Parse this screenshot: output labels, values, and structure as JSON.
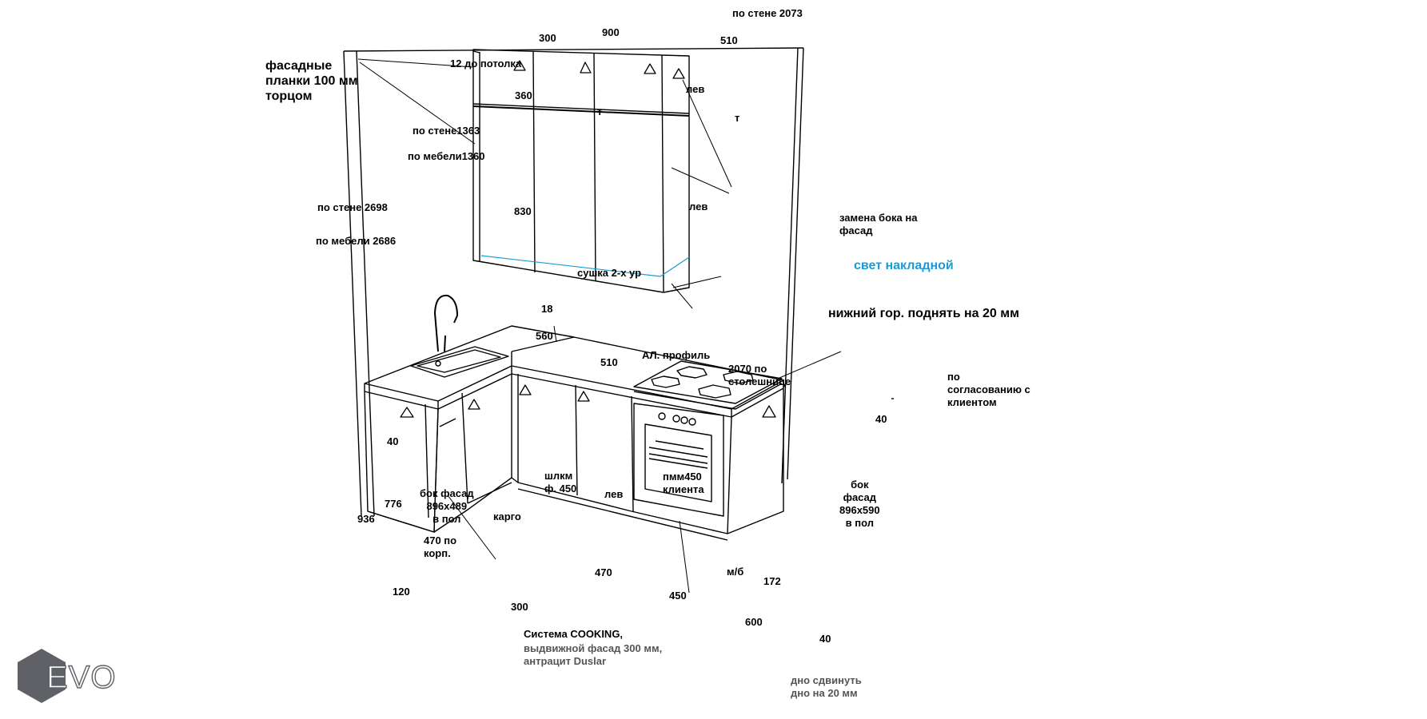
{
  "colors": {
    "line": "#000000",
    "light_line": "#1a9bd7",
    "annotation_grey": "#555555",
    "logo": "#5f6166"
  },
  "annotations": {
    "wall_top_2073": "по стене 2073",
    "dim_300": "300",
    "dim_900": "900",
    "dim_510_top": "510",
    "facade_strips": "фасадные\nпланки 100 мм\nторцом",
    "to_ceiling": "12 до потолка",
    "dim_360": "360",
    "lev_top": "лев",
    "t_left": "т",
    "t_right": "т",
    "wall_1363": "по стене1363",
    "furniture_1360": "по мебели1360",
    "dim_830": "830",
    "lev_mid": "лев",
    "replace_side": "замена бока на\nфасад",
    "wall_2698": "по стене 2698",
    "furniture_2686": "по мебели 2686",
    "dryer": "сушка 2-х ур",
    "light_overlay": "свет накладной",
    "dim_18": "18",
    "raise_bottom": "нижний гор. поднять на 20 мм",
    "dim_560": "560",
    "dim_510_mid": "510",
    "al_profile": "АЛ. профиль",
    "worktop_2070": "2070 по\nстолешнице",
    "by_agreement": "по\nсогласованию с\nклиентом",
    "dim_40_right": "40",
    "dim_40_left": "40",
    "side_facade_left": "бок фасад\n896x489\nв пол",
    "dim_470_body": "470 по\nкорп.",
    "dim_776": "776",
    "dim_936": "936",
    "cargo": "карго",
    "shlkm": "шлкм\nф. 450",
    "lev_bottom": "лев",
    "dishwasher": "пмм450\nклиента",
    "side_facade_right": "бок\nфасад\n896x590\nв пол",
    "dim_120": "120",
    "dim_300_bottom": "300",
    "dim_470": "470",
    "dim_450": "450",
    "mb": "м/б",
    "dim_172": "172",
    "dim_600": "600",
    "dim_40_bottom": "40",
    "cooking_title": "Система COOKING,",
    "cooking_sub": "выдвижной фасад 300 мм,\nантрацит Duslar",
    "bottom_shift": "дно сдвинуть\nдно на 20 мм",
    "logo": "EVO"
  }
}
